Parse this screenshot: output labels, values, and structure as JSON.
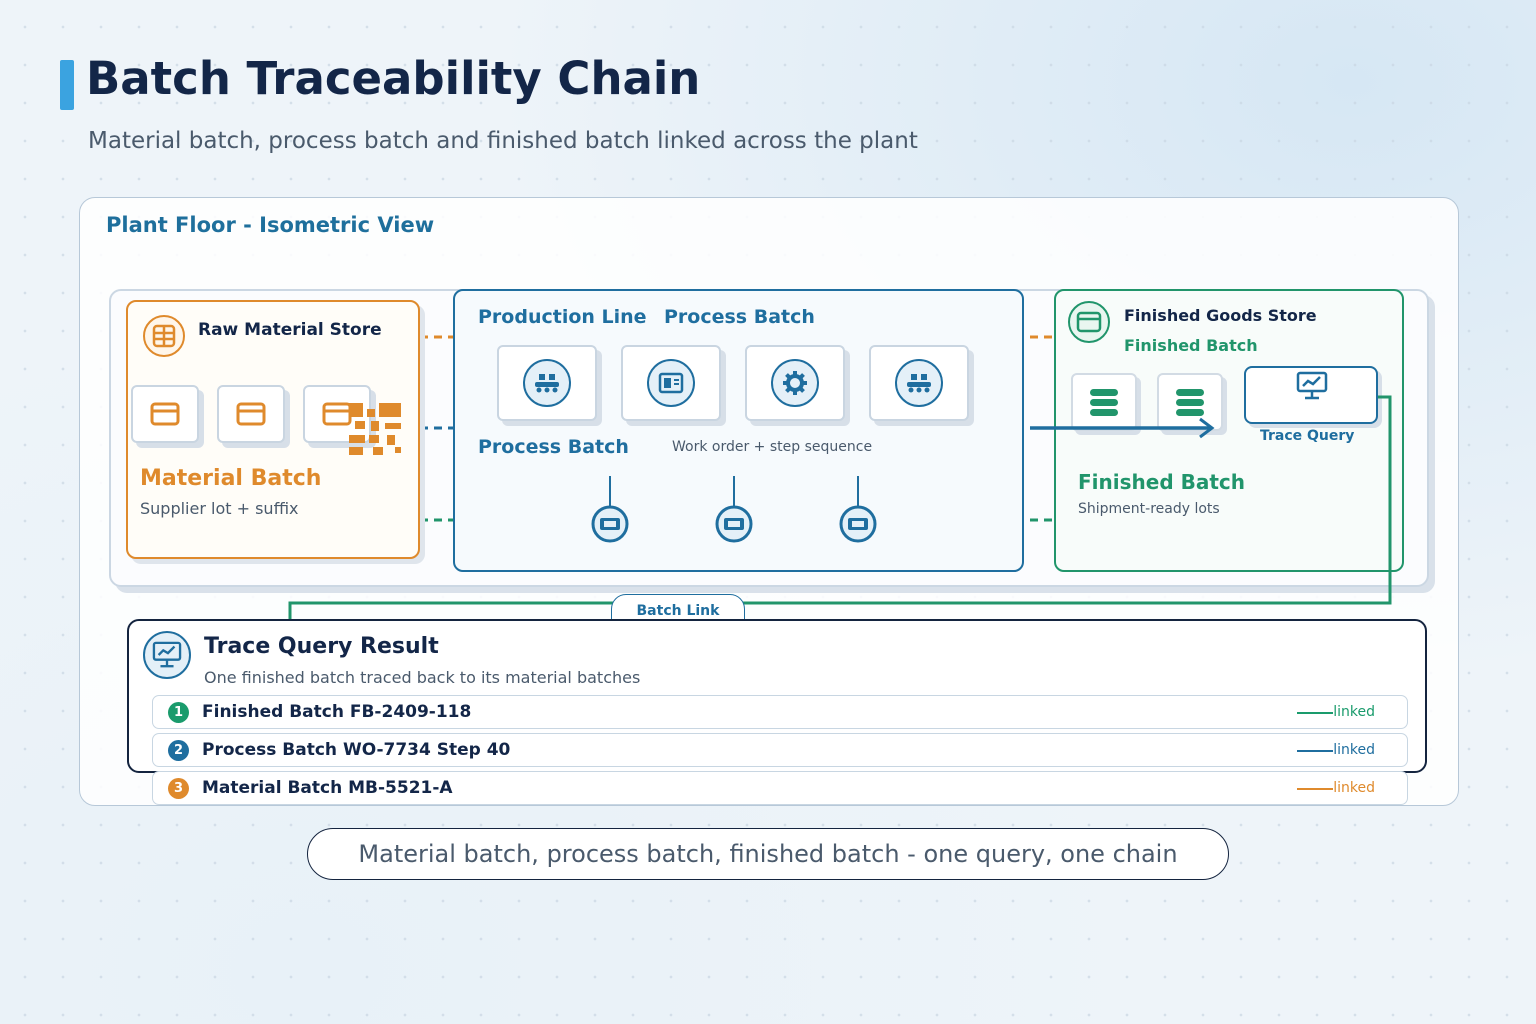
{
  "header": {
    "title": "Batch Traceability Chain",
    "subtitle": "Material batch, process batch and finished batch linked across the plant"
  },
  "panel": {
    "title": "Plant Floor - Isometric View"
  },
  "raw_store": {
    "title": "Raw Material Store",
    "batch_label": "Material Batch",
    "batch_detail": "Supplier lot + suffix"
  },
  "production": {
    "title": "Production Line",
    "title_batch": "Process Batch",
    "batch_label": "Process Batch",
    "batch_detail": "Work order + step sequence"
  },
  "finished_store": {
    "title": "Finished Goods Store",
    "subtitle": "Finished Batch",
    "trace_query_label": "Trace Query",
    "batch_label": "Finished Batch",
    "batch_detail": "Shipment-ready lots"
  },
  "batch_link": "Batch Link",
  "result": {
    "title": "Trace Query Result",
    "subtitle": "One finished batch traced back to its material batches",
    "rows": [
      {
        "num": "1",
        "label": "Finished Batch FB-2409-118",
        "status": "linked",
        "color": "#1a9b6c"
      },
      {
        "num": "2",
        "label": "Process Batch WO-7734 Step 40",
        "status": "linked",
        "color": "#1f6e9f"
      },
      {
        "num": "3",
        "label": "Material Batch MB-5521-A",
        "status": "linked",
        "color": "#df8a2c"
      }
    ]
  },
  "footer": "Material batch, process batch, finished batch - one query, one chain",
  "colors": {
    "material": "#df8a2c",
    "process": "#1f6e9f",
    "finished": "#21956b",
    "navy": "#14243f"
  }
}
